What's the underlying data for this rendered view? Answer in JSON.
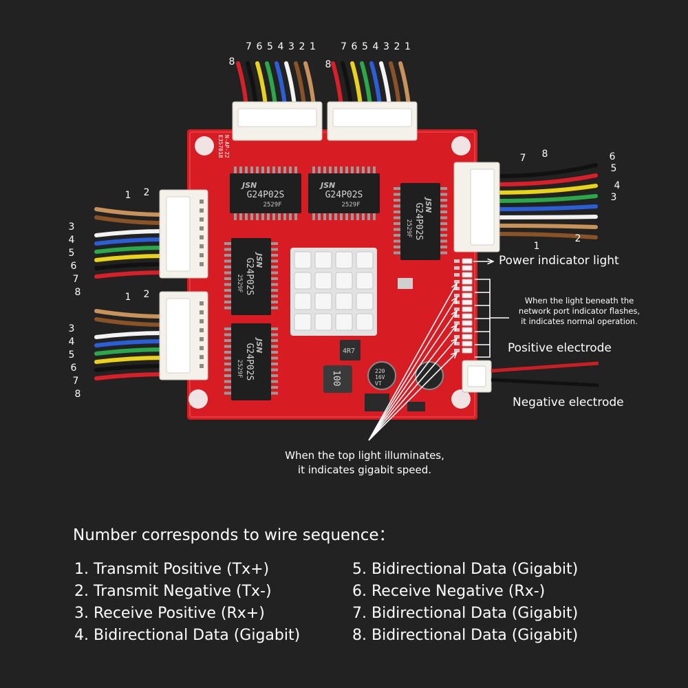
{
  "top_connectors": [
    {
      "pins": [
        "8",
        "7",
        "6",
        "5",
        "4",
        "3",
        "2",
        "1"
      ]
    },
    {
      "pins": [
        "8",
        "7",
        "6",
        "5",
        "4",
        "3",
        "2",
        "1"
      ]
    }
  ],
  "left_connectors": [
    {
      "pins": [
        "1",
        "2",
        "3",
        "4",
        "5",
        "6",
        "7",
        "8"
      ]
    },
    {
      "pins": [
        "1",
        "2",
        "3",
        "4",
        "5",
        "6",
        "7",
        "8"
      ]
    }
  ],
  "right_connector": {
    "pins": [
      "7",
      "8",
      "6",
      "5",
      "4",
      "3",
      "1",
      "2"
    ]
  },
  "wire_colors": {
    "1": "#c9925a",
    "2": "#8a5227",
    "3": "#f2f2f2",
    "4": "#2a5fd8",
    "5": "#2aa84a",
    "6": "#e8d21c",
    "7": "#111111",
    "8": "#d81f2a"
  },
  "board": {
    "color": "#d81c24",
    "chip_marking_logo": "JSN",
    "chip_part_number": "G24P02S",
    "chip_date_code": "2529F",
    "inductor_label": "100",
    "small_inductor_label": "4R7",
    "capacitor_label": [
      "220",
      "16V",
      "VT"
    ],
    "board_codes": [
      "E357818",
      "N-AP-22"
    ]
  },
  "annotations": {
    "power_indicator": "Power indicator light",
    "network_flash": [
      "When the light beneath the",
      "network port indicator flashes,",
      "it indicates normal operation."
    ],
    "positive": "Positive electrode",
    "negative": "Negative electrode",
    "gigabit": [
      "When the top light illuminates,",
      "it indicates gigabit speed."
    ]
  },
  "legend": {
    "title": "Number corresponds to wire sequence：",
    "left": [
      "1. Transmit Positive (Tx+)",
      "2. Transmit Negative (Tx-)",
      "3. Receive Positive (Rx+)",
      "4. Bidirectional Data (Gigabit)"
    ],
    "right": [
      "5. Bidirectional Data (Gigabit)",
      "6. Receive Negative (Rx-)",
      "7. Bidirectional Data (Gigabit)",
      "8. Bidirectional Data (Gigabit)"
    ]
  }
}
